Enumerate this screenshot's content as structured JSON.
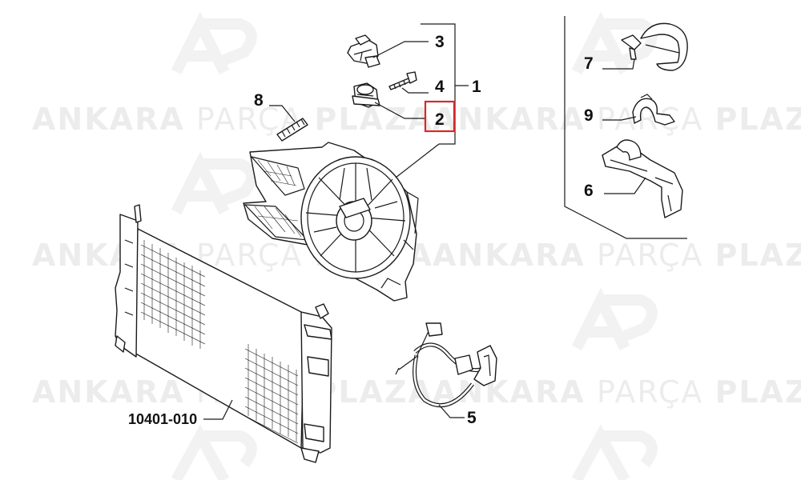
{
  "watermark": {
    "brand_bold_1": "ANKARA",
    "brand_light": "PARÇA",
    "brand_bold_2": "PLAZA",
    "logo_letters": "AP"
  },
  "callouts": {
    "fan_assembly": "1",
    "part_2": "2",
    "part_3": "3",
    "part_4": "4",
    "part_5": "5",
    "part_6": "6",
    "part_7": "7",
    "part_8": "8",
    "part_9": "9",
    "radiator_ref": "10401-010"
  },
  "highlight": {
    "selected_callout": "2",
    "color": "#d62828"
  }
}
